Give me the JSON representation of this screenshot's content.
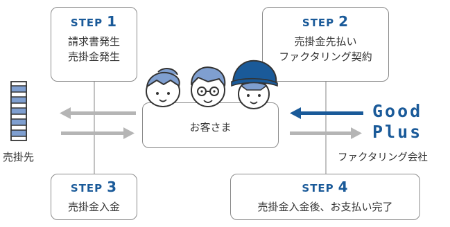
{
  "steps": [
    {
      "label": "STEP",
      "num": "1",
      "lines": [
        "請求書発生",
        "売掛金発生"
      ]
    },
    {
      "label": "STEP",
      "num": "2",
      "lines": [
        "売掛金先払い",
        "ファクタリング契約"
      ]
    },
    {
      "label": "STEP",
      "num": "3",
      "lines": [
        "売掛金入金"
      ]
    },
    {
      "label": "STEP",
      "num": "4",
      "lines": [
        "売掛金入金後、お支払い完了"
      ]
    }
  ],
  "customer_label": "お客さま",
  "seller_label": "売掛先",
  "brand": {
    "line1": "Good",
    "line2": "Plus"
  },
  "company_label": "ファクタリング会社",
  "colors": {
    "accent": "#1a5a99",
    "arrow_gray": "#b5b5b5",
    "border": "#8a8a8a",
    "stripe": "#7f9fd0"
  }
}
